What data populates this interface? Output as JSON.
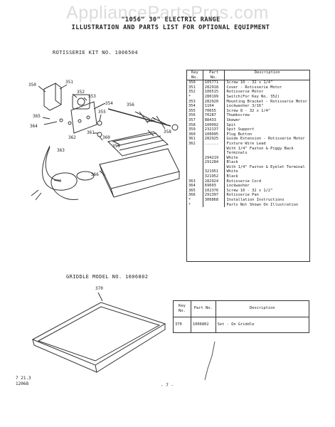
{
  "watermark": "AppliancePartsPros.com",
  "header": {
    "line1": "\"1056\" 30\" ELECTRIC RANGE",
    "line2": "ILLUSTRATION AND PARTS LIST FOR OPTIONAL EQUIPMENT"
  },
  "rotisserie": {
    "title": "ROTISSERIE  KIT  NO.  1006504",
    "callouts": [
      "350",
      "351",
      "352",
      "353",
      "354",
      "355",
      "356",
      "357",
      "358",
      "359",
      "360",
      "361",
      "362",
      "363",
      "364",
      "365",
      "366"
    ],
    "table": {
      "headers": {
        "key": "Key No.",
        "part": "Part No.",
        "desc": "Description"
      },
      "rows": [
        {
          "key": "350",
          "part": "105771",
          "desc": "Screw 10 - 32 x 1/4\""
        },
        {
          "key": "351",
          "part": "282918",
          "desc": "Cover - Rotisserie Motor"
        },
        {
          "key": "352",
          "part": "106515",
          "desc": "Rotisserie Motor"
        },
        {
          "key": "*",
          "part": "280199",
          "desc": "Switch(For Key No. 352)"
        },
        {
          "key": "353",
          "part": "282920",
          "desc": "Mounting Bracket - Rotisserie Motor"
        },
        {
          "key": "354",
          "part": "1164",
          "desc": "Lockwasher 3/16\""
        },
        {
          "key": "355",
          "part": "70655",
          "desc": "Screw 8 - 32 x 1/4\""
        },
        {
          "key": "356",
          "part": "70287",
          "desc": "Thumbscrew"
        },
        {
          "key": "357",
          "part": "88433",
          "desc": "Skewer"
        },
        {
          "key": "358",
          "part": "100092",
          "desc": "Spit"
        },
        {
          "key": "359",
          "part": "232137",
          "desc": "Spit Support"
        },
        {
          "key": "360",
          "part": "100095",
          "desc": "Plug Button"
        },
        {
          "key": "361",
          "part": "282925",
          "desc": "Guide Extension - Rotisserie Motor"
        },
        {
          "key": "362",
          "part": "......",
          "desc": "Fixture Wire Lead"
        },
        {
          "key": "",
          "part": "",
          "desc": "With 1/4\" Faston & Piggy Back Terminals"
        },
        {
          "key": "",
          "part": "294219",
          "desc": "White"
        },
        {
          "key": "",
          "part": "291284",
          "desc": "Black"
        },
        {
          "key": "",
          "part": "",
          "desc": "With 1/4\" Faston & Eyelet Terminal"
        },
        {
          "key": "",
          "part": "321951",
          "desc": "White"
        },
        {
          "key": "",
          "part": "321952",
          "desc": "Black"
        },
        {
          "key": "363",
          "part": "282924",
          "desc": "Rotisserie Cord"
        },
        {
          "key": "364",
          "part": "69603",
          "desc": "Lockwasher"
        },
        {
          "key": "365",
          "part": "102376",
          "desc": "Screw 10 - 32 x 1/2\""
        },
        {
          "key": "366",
          "part": "291397",
          "desc": "Rotisserie Pan"
        },
        {
          "key": "*",
          "part": "306868",
          "desc": "Installation Instructions"
        },
        {
          "key": "",
          "part": "",
          "desc": ""
        },
        {
          "key": "*",
          "part": "",
          "desc": "Parts Not Shown On Illustration"
        }
      ]
    }
  },
  "griddle": {
    "title": "GRIDDLE  MODEL  NO.  1006802",
    "callout": "370",
    "table": {
      "headers": {
        "key": "Key No.",
        "part": "Part No.",
        "desc": "Description"
      },
      "rows": [
        {
          "key": "370",
          "part": "1006802",
          "desc": "Set - On Griddle"
        }
      ]
    }
  },
  "footer": {
    "code1": "7 21.3",
    "code2": "12068",
    "page": "- 7 -"
  }
}
